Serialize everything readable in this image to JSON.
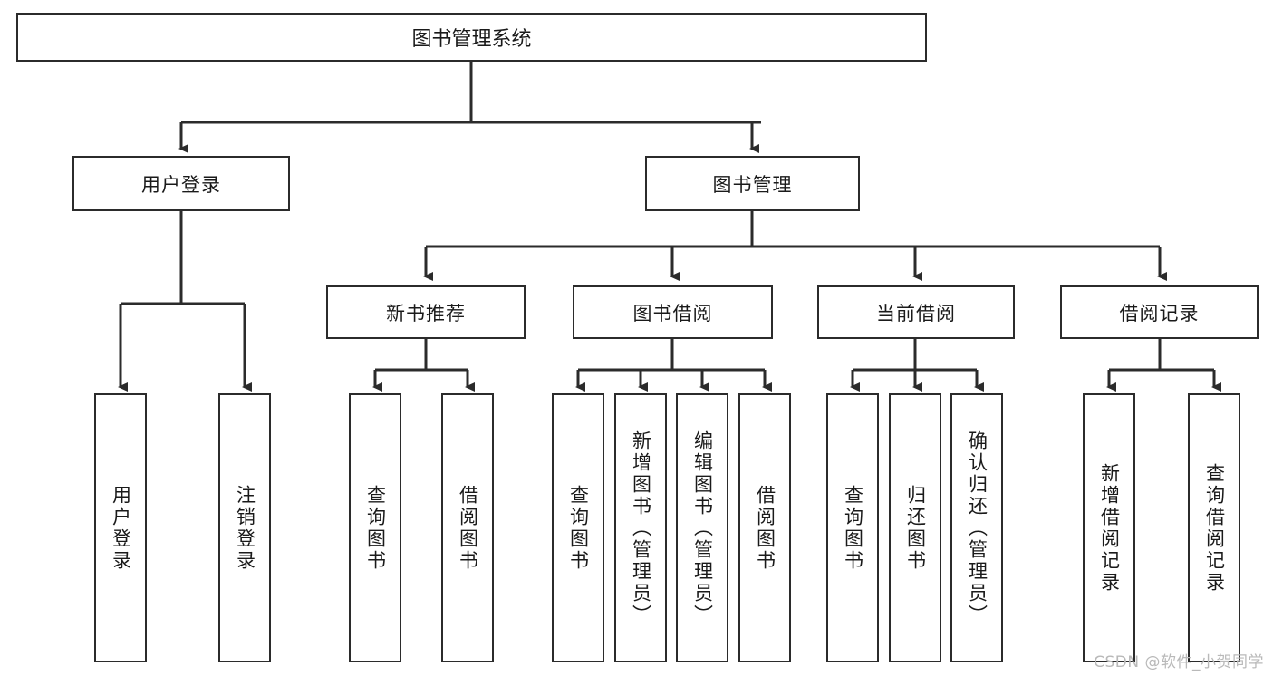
{
  "diagram": {
    "title": "图书管理系统",
    "type": "tree-hierarchy-diagram",
    "colors": {
      "box_border": "#2b2b2b",
      "box_fill": "#ffffff",
      "connector": "#2b2b2b",
      "text": "#1a1a1a",
      "watermark": "#b9b9b9"
    },
    "levels": {
      "root": {
        "label": "图书管理系统"
      },
      "level2": [
        {
          "label": "用户登录"
        },
        {
          "label": "图书管理"
        }
      ],
      "level3": [
        {
          "label": "新书推荐"
        },
        {
          "label": "图书借阅"
        },
        {
          "label": "当前借阅"
        },
        {
          "label": "借阅记录"
        }
      ],
      "leaves": {
        "user_login": [
          {
            "label": "用户登录"
          },
          {
            "label": "注销登录"
          }
        ],
        "new_book_recommend": [
          {
            "label": "查询图书"
          },
          {
            "label": "借阅图书"
          }
        ],
        "book_borrow": [
          {
            "label": "查询图书"
          },
          {
            "label": "新增图书（管理员）"
          },
          {
            "label": "编辑图书（管理员）"
          },
          {
            "label": "借阅图书"
          }
        ],
        "current_borrow": [
          {
            "label": "查询图书"
          },
          {
            "label": "归还图书"
          },
          {
            "label": "确认归还（管理员）"
          }
        ],
        "borrow_record": [
          {
            "label": "新增借阅记录"
          },
          {
            "label": "查询借阅记录"
          }
        ]
      }
    }
  },
  "watermark": {
    "text": "CSDN @软件_小贺同学"
  }
}
